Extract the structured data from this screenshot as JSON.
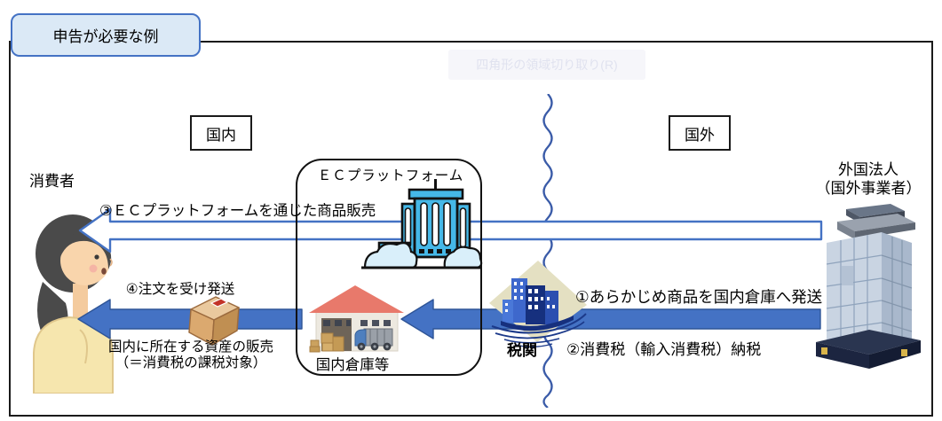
{
  "title": "申告が必要な例",
  "ghost_overlay": "四角形の領域切り取り(R)",
  "regions": {
    "domestic": "国内",
    "overseas": "国外"
  },
  "actors": {
    "consumer": "消費者",
    "ec_platform": "ＥＣプラットフォーム",
    "domestic_warehouse": "国内倉庫等",
    "customs": "税関",
    "foreign_corp_line1": "外国法人",
    "foreign_corp_line2": "（国外事業者）"
  },
  "flows": {
    "step1": "①あらかじめ商品を国内倉庫へ発送",
    "step2": "②消費税（輸入消費税）納税",
    "step3": "③ＥＣプラットフォームを通じた商品販売",
    "step4": "④注文を受け発送",
    "sale_note_line1": "国内に所在する資産の販売",
    "sale_note_line2": "（＝消費税の課税対象）"
  },
  "colors": {
    "arrow_blue": "#4472C4",
    "arrow_outline": "#2F5597",
    "title_fill": "#DBE9F6",
    "title_border": "#4472C4",
    "frame_black": "#1a1a1a",
    "wavy_line_blue": "#3A5BA8"
  }
}
